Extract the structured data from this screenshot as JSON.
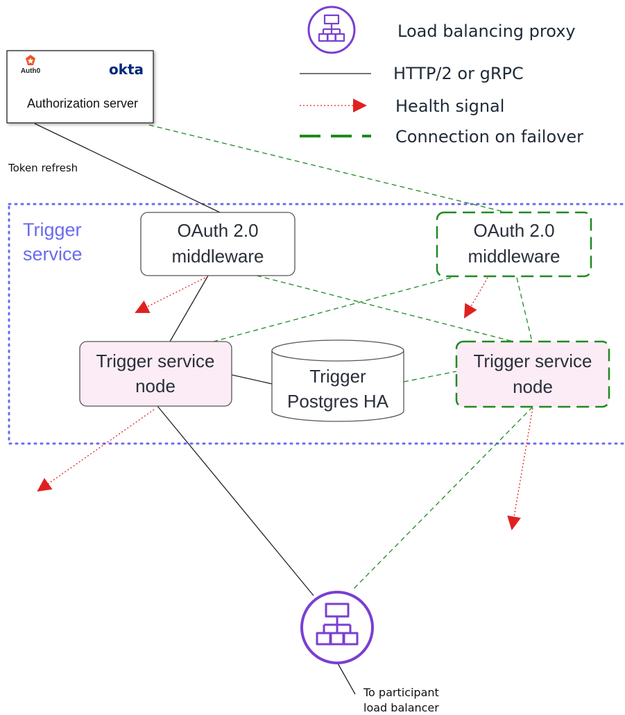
{
  "legend": {
    "proxy_label": "Load balancing proxy",
    "line_label": "HTTP/2 or gRPC",
    "health_label": "Health signal",
    "failover_label": "Connection on failover"
  },
  "auth_server": {
    "auth0_label": "Auth0",
    "okta_label": "okta",
    "title": "Authorization server"
  },
  "edge_labels": {
    "token_refresh": "Token refresh",
    "to_participant_line1": "To participant",
    "to_participant_line2": "load balancer"
  },
  "region": {
    "title_line1": "Trigger",
    "title_line2": "service"
  },
  "oauth_primary": {
    "line1": "OAuth 2.0",
    "line2": "middleware"
  },
  "oauth_failover": {
    "line1": "OAuth 2.0",
    "line2": "middleware"
  },
  "node_primary": {
    "line1": "Trigger service",
    "line2": "node"
  },
  "node_failover": {
    "line1": "Trigger service",
    "line2": "node"
  },
  "database": {
    "line1": "Trigger",
    "line2": "Postgres HA"
  },
  "colors": {
    "proxy_purple": "#7a3fd1",
    "region_blue": "#6a6af0",
    "failover_green": "#1f8a1f",
    "health_red": "#e02020",
    "node_fill": "#fcecf5",
    "auth0_orange": "#eb5424",
    "okta_blue": "#00297a"
  },
  "icons": {
    "proxy": "network-hierarchy-icon",
    "auth0": "auth0-logo",
    "okta": "okta-logo"
  }
}
